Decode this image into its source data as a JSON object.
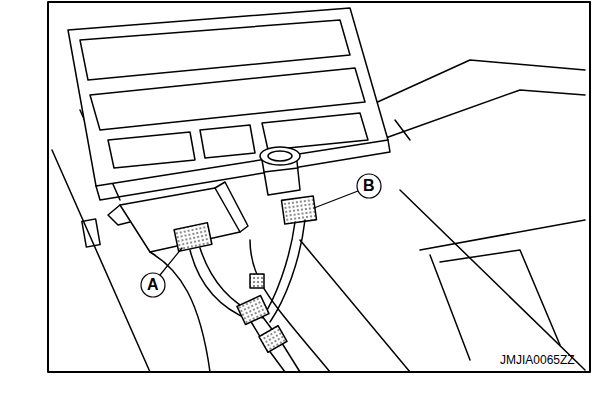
{
  "diagram": {
    "labels": [
      "A",
      "B",
      "JMJIA0065ZZ"
    ]
  }
}
